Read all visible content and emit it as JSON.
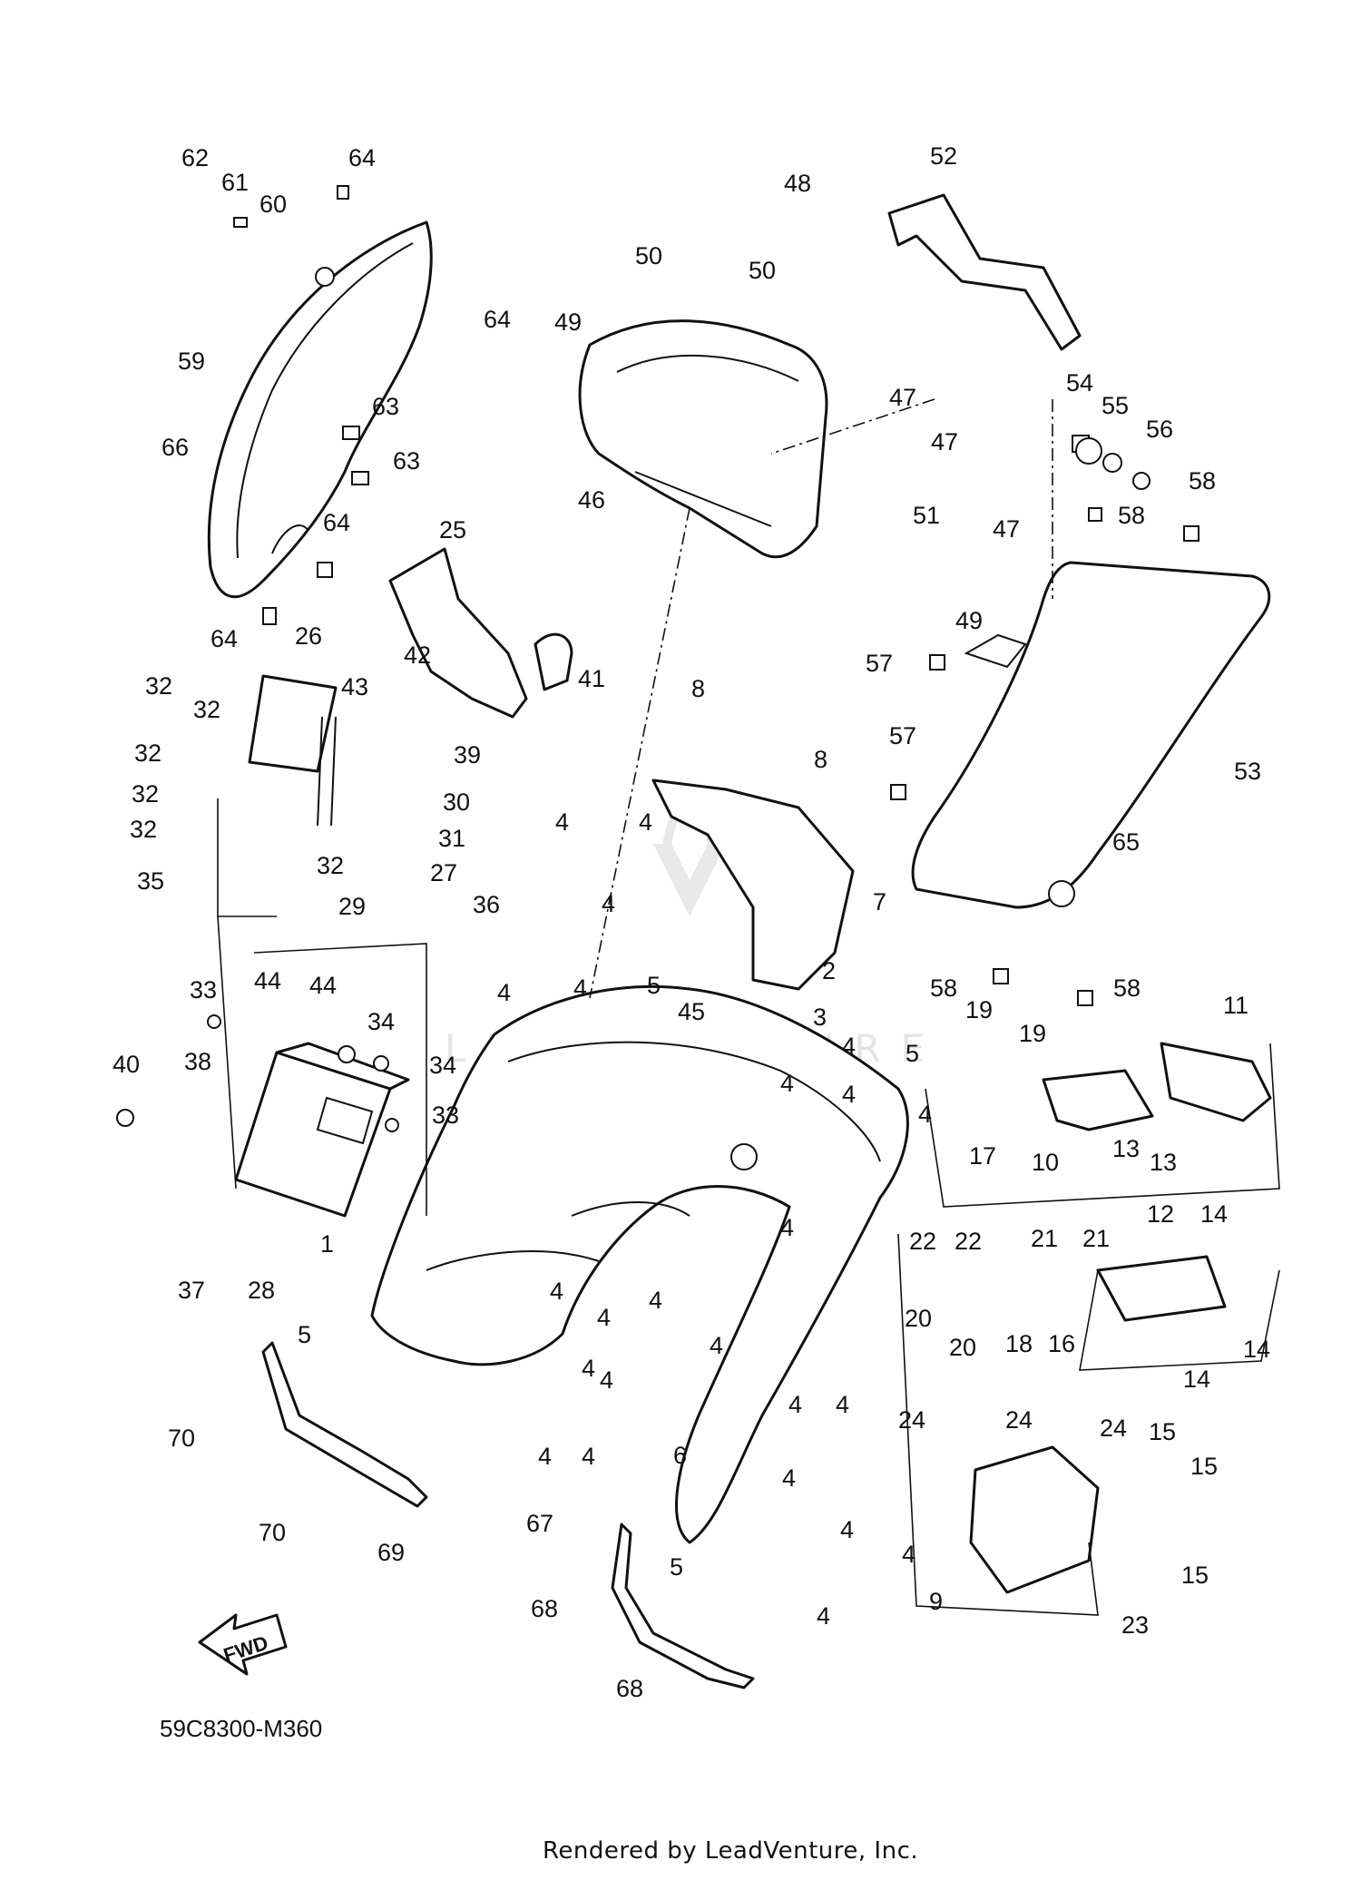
{
  "diagram": {
    "code": "59C8300-M360",
    "credit": "Rendered by LeadVenture, Inc.",
    "fwd_label": "FWD",
    "watermark": "LEADVENTURE"
  },
  "callouts": [
    {
      "id": "c1",
      "label": "1"
    },
    {
      "id": "c2",
      "label": "2"
    },
    {
      "id": "c3",
      "label": "3"
    },
    {
      "id": "c4a",
      "label": "4"
    },
    {
      "id": "c4b",
      "label": "4"
    },
    {
      "id": "c4c",
      "label": "4"
    },
    {
      "id": "c4d",
      "label": "4"
    },
    {
      "id": "c4e",
      "label": "4"
    },
    {
      "id": "c4f",
      "label": "4"
    },
    {
      "id": "c4g",
      "label": "4"
    },
    {
      "id": "c4h",
      "label": "4"
    },
    {
      "id": "c4i",
      "label": "4"
    },
    {
      "id": "c4j",
      "label": "4"
    },
    {
      "id": "c4k",
      "label": "4"
    },
    {
      "id": "c4l",
      "label": "4"
    },
    {
      "id": "c4m",
      "label": "4"
    },
    {
      "id": "c4n",
      "label": "4"
    },
    {
      "id": "c4o",
      "label": "4"
    },
    {
      "id": "c4p",
      "label": "4"
    },
    {
      "id": "c4q",
      "label": "4"
    },
    {
      "id": "c4r",
      "label": "4"
    },
    {
      "id": "c4s",
      "label": "4"
    },
    {
      "id": "c4t",
      "label": "4"
    },
    {
      "id": "c4u",
      "label": "4"
    },
    {
      "id": "c4v",
      "label": "4"
    },
    {
      "id": "c4w",
      "label": "4"
    },
    {
      "id": "c4x",
      "label": "4"
    },
    {
      "id": "c5a",
      "label": "5"
    },
    {
      "id": "c5b",
      "label": "5"
    },
    {
      "id": "c5c",
      "label": "5"
    },
    {
      "id": "c5d",
      "label": "5"
    },
    {
      "id": "c6",
      "label": "6"
    },
    {
      "id": "c7",
      "label": "7"
    },
    {
      "id": "c8a",
      "label": "8"
    },
    {
      "id": "c8b",
      "label": "8"
    },
    {
      "id": "c9",
      "label": "9"
    },
    {
      "id": "c10",
      "label": "10"
    },
    {
      "id": "c11",
      "label": "11"
    },
    {
      "id": "c12",
      "label": "12"
    },
    {
      "id": "c13a",
      "label": "13"
    },
    {
      "id": "c13b",
      "label": "13"
    },
    {
      "id": "c14a",
      "label": "14"
    },
    {
      "id": "c14b",
      "label": "14"
    },
    {
      "id": "c14c",
      "label": "14"
    },
    {
      "id": "c15a",
      "label": "15"
    },
    {
      "id": "c15b",
      "label": "15"
    },
    {
      "id": "c15c",
      "label": "15"
    },
    {
      "id": "c16",
      "label": "16"
    },
    {
      "id": "c17",
      "label": "17"
    },
    {
      "id": "c18",
      "label": "18"
    },
    {
      "id": "c19a",
      "label": "19"
    },
    {
      "id": "c19b",
      "label": "19"
    },
    {
      "id": "c20a",
      "label": "20"
    },
    {
      "id": "c20b",
      "label": "20"
    },
    {
      "id": "c21a",
      "label": "21"
    },
    {
      "id": "c21b",
      "label": "21"
    },
    {
      "id": "c22a",
      "label": "22"
    },
    {
      "id": "c22b",
      "label": "22"
    },
    {
      "id": "c23",
      "label": "23"
    },
    {
      "id": "c24a",
      "label": "24"
    },
    {
      "id": "c24b",
      "label": "24"
    },
    {
      "id": "c24c",
      "label": "24"
    },
    {
      "id": "c25",
      "label": "25"
    },
    {
      "id": "c26",
      "label": "26"
    },
    {
      "id": "c27",
      "label": "27"
    },
    {
      "id": "c28",
      "label": "28"
    },
    {
      "id": "c29",
      "label": "29"
    },
    {
      "id": "c30",
      "label": "30"
    },
    {
      "id": "c31",
      "label": "31"
    },
    {
      "id": "c32a",
      "label": "32"
    },
    {
      "id": "c32b",
      "label": "32"
    },
    {
      "id": "c32c",
      "label": "32"
    },
    {
      "id": "c32d",
      "label": "32"
    },
    {
      "id": "c32e",
      "label": "32"
    },
    {
      "id": "c32f",
      "label": "32"
    },
    {
      "id": "c33a",
      "label": "33"
    },
    {
      "id": "c33b",
      "label": "33"
    },
    {
      "id": "c34a",
      "label": "34"
    },
    {
      "id": "c34b",
      "label": "34"
    },
    {
      "id": "c35",
      "label": "35"
    },
    {
      "id": "c36",
      "label": "36"
    },
    {
      "id": "c37",
      "label": "37"
    },
    {
      "id": "c38",
      "label": "38"
    },
    {
      "id": "c39",
      "label": "39"
    },
    {
      "id": "c40",
      "label": "40"
    },
    {
      "id": "c41",
      "label": "41"
    },
    {
      "id": "c42",
      "label": "42"
    },
    {
      "id": "c43",
      "label": "43"
    },
    {
      "id": "c44a",
      "label": "44"
    },
    {
      "id": "c44b",
      "label": "44"
    },
    {
      "id": "c45",
      "label": "45"
    },
    {
      "id": "c46",
      "label": "46"
    },
    {
      "id": "c47a",
      "label": "47"
    },
    {
      "id": "c47b",
      "label": "47"
    },
    {
      "id": "c47c",
      "label": "47"
    },
    {
      "id": "c48",
      "label": "48"
    },
    {
      "id": "c49a",
      "label": "49"
    },
    {
      "id": "c49b",
      "label": "49"
    },
    {
      "id": "c50a",
      "label": "50"
    },
    {
      "id": "c50b",
      "label": "50"
    },
    {
      "id": "c51",
      "label": "51"
    },
    {
      "id": "c52",
      "label": "52"
    },
    {
      "id": "c53",
      "label": "53"
    },
    {
      "id": "c54",
      "label": "54"
    },
    {
      "id": "c55",
      "label": "55"
    },
    {
      "id": "c56",
      "label": "56"
    },
    {
      "id": "c57a",
      "label": "57"
    },
    {
      "id": "c57b",
      "label": "57"
    },
    {
      "id": "c58a",
      "label": "58"
    },
    {
      "id": "c58b",
      "label": "58"
    },
    {
      "id": "c58c",
      "label": "58"
    },
    {
      "id": "c58d",
      "label": "58"
    },
    {
      "id": "c59",
      "label": "59"
    },
    {
      "id": "c60",
      "label": "60"
    },
    {
      "id": "c61",
      "label": "61"
    },
    {
      "id": "c62",
      "label": "62"
    },
    {
      "id": "c63a",
      "label": "63"
    },
    {
      "id": "c63b",
      "label": "63"
    },
    {
      "id": "c64a",
      "label": "64"
    },
    {
      "id": "c64b",
      "label": "64"
    },
    {
      "id": "c64c",
      "label": "64"
    },
    {
      "id": "c64d",
      "label": "64"
    },
    {
      "id": "c65",
      "label": "65"
    },
    {
      "id": "c66",
      "label": "66"
    },
    {
      "id": "c67",
      "label": "67"
    },
    {
      "id": "c68a",
      "label": "68"
    },
    {
      "id": "c68b",
      "label": "68"
    },
    {
      "id": "c69",
      "label": "69"
    },
    {
      "id": "c70a",
      "label": "70"
    },
    {
      "id": "c70b",
      "label": "70"
    }
  ]
}
